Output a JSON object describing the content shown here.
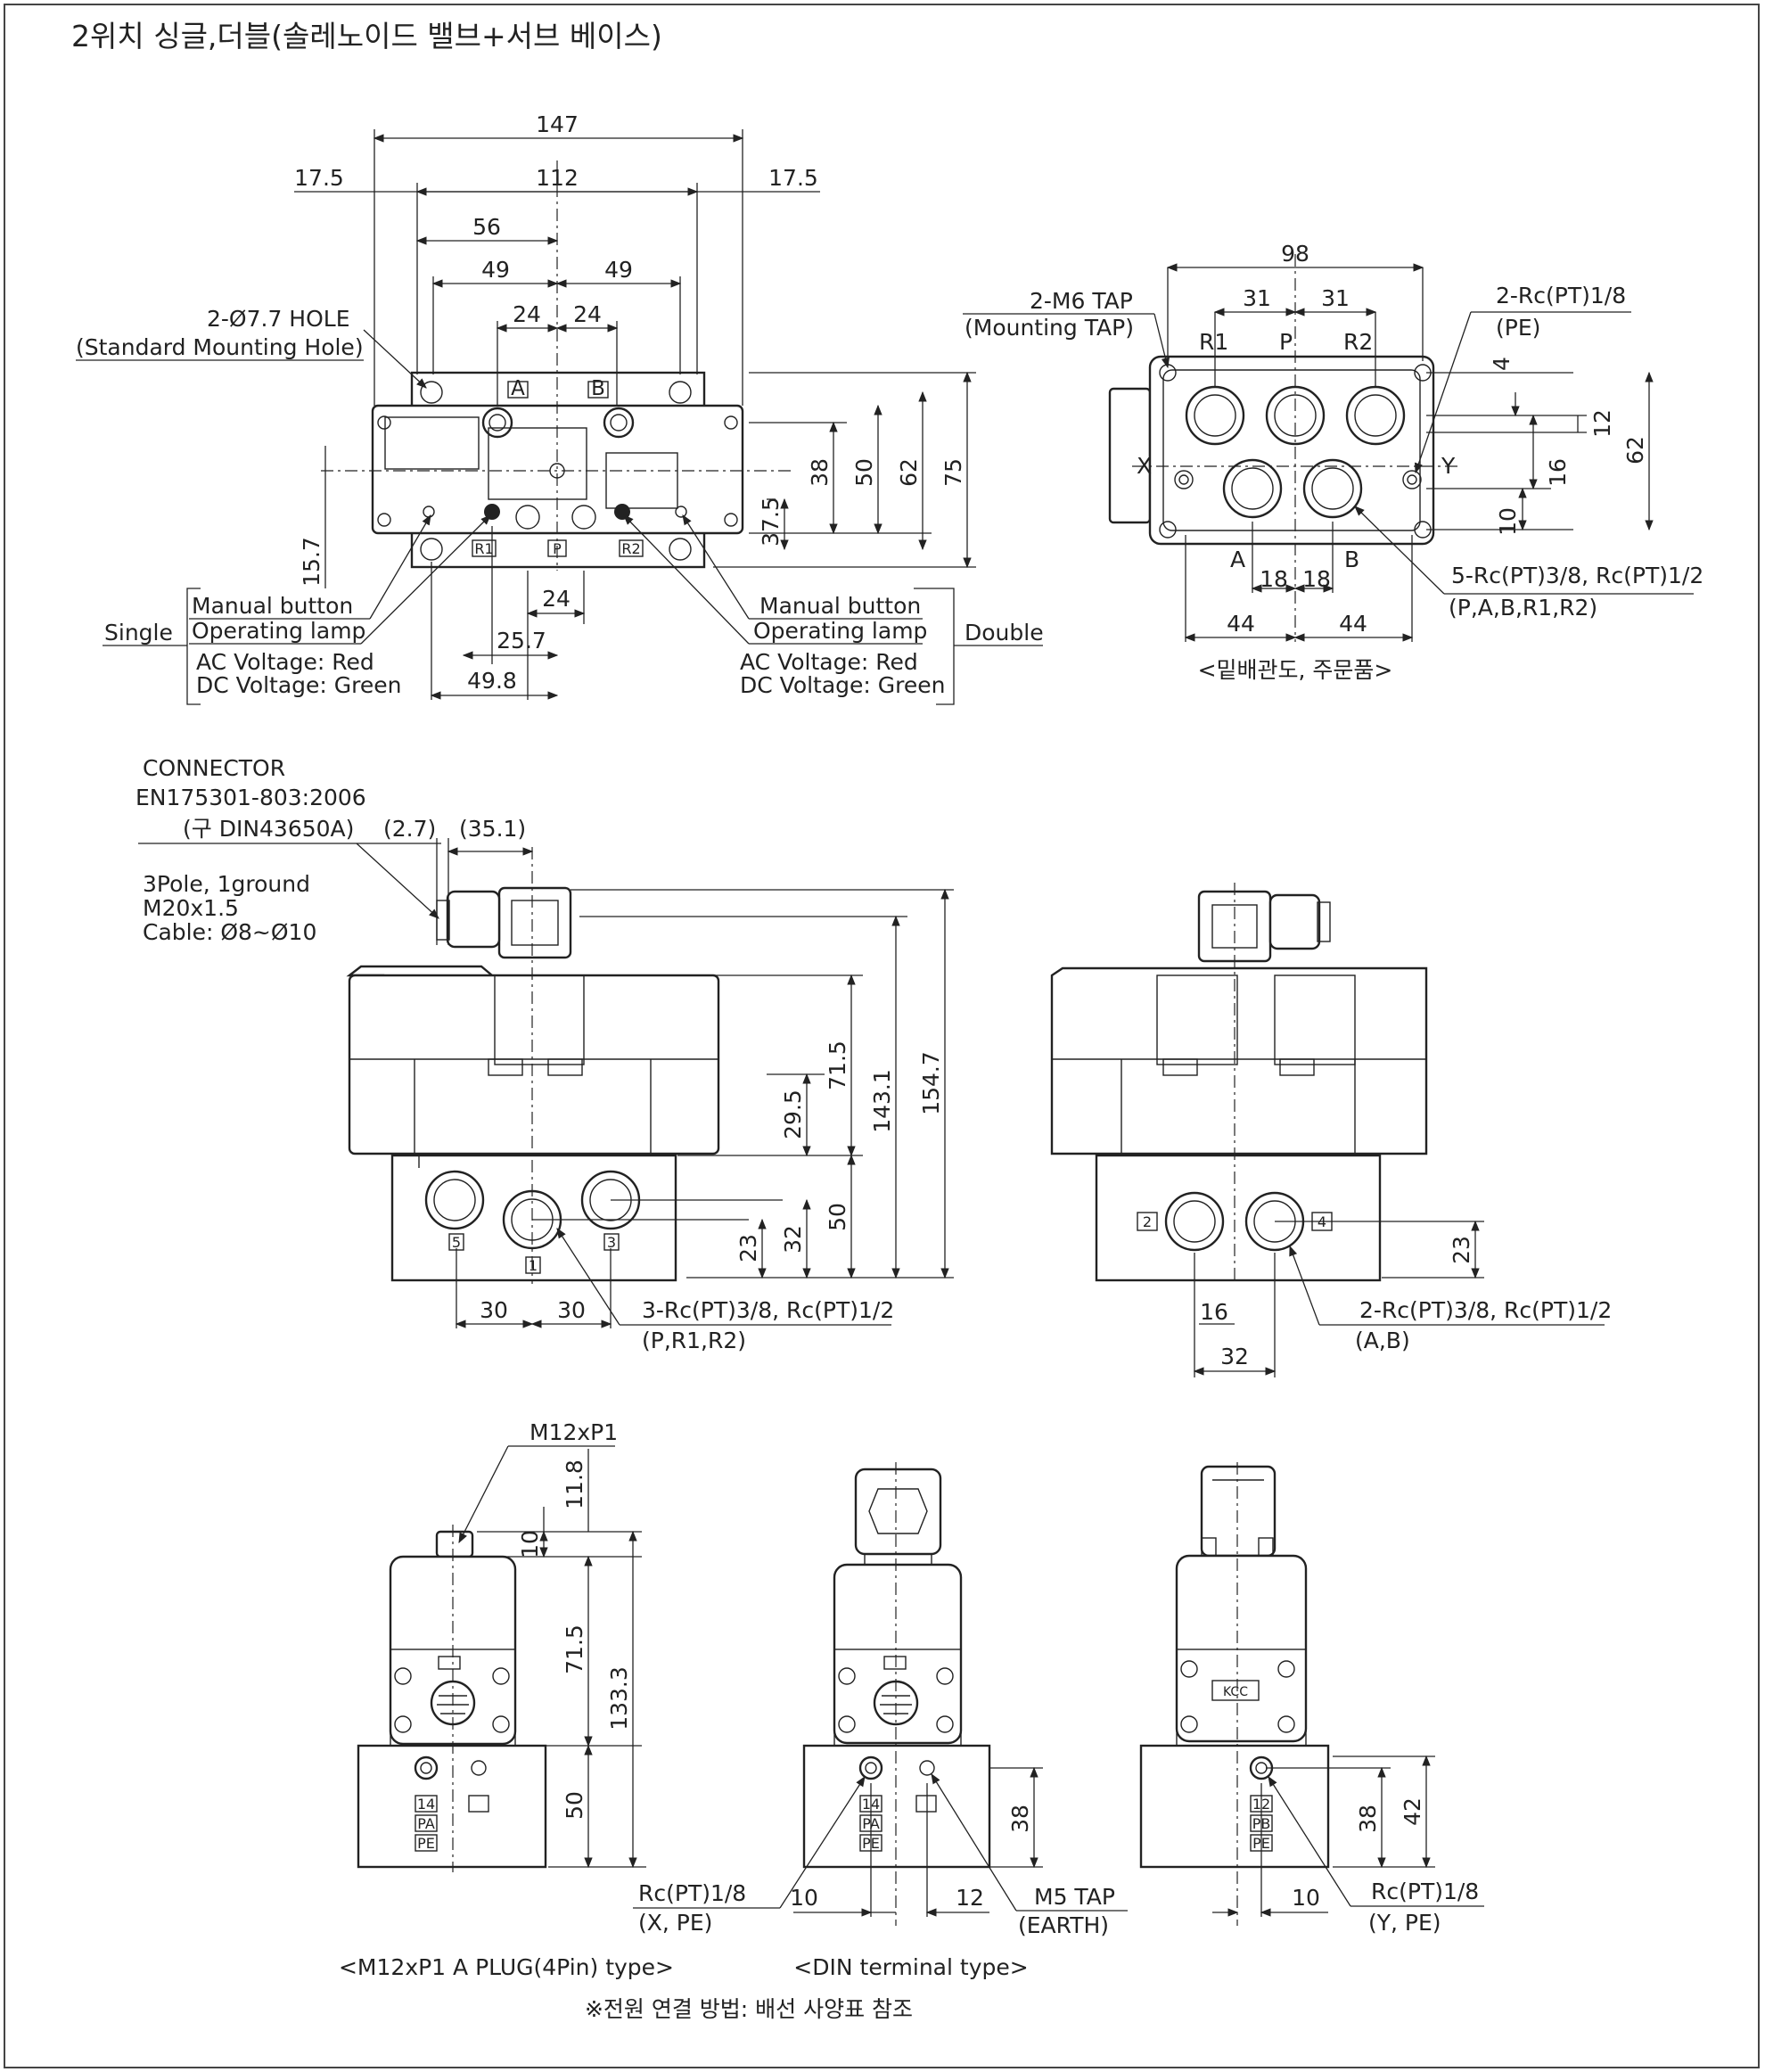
{
  "title": "2위치 싱글,더블(솔레노이드 밸브+서브 베이스)",
  "top_view": {
    "dims": {
      "d147": "147",
      "d112": "112",
      "d17_5_left": "17.5",
      "d17_5_right": "17.5",
      "d56": "56",
      "d49_left": "49",
      "d49_right": "49",
      "d24_left": "24",
      "d24_right": "24",
      "d38": "38",
      "d50": "50",
      "d62": "62",
      "d75": "75",
      "d37_5": "37.5",
      "d15_7": "15.7",
      "d24_bottom": "24",
      "d25_7": "25.7",
      "d49_8": "49.8"
    },
    "hole_label": "2-Ø7.7 HOLE",
    "hole_sub": "(Standard Mounting Hole)",
    "port_labels": [
      "A",
      "B",
      "R1",
      "P",
      "R2"
    ],
    "single": {
      "label": "Single",
      "manual": "Manual button",
      "lamp": "Operating lamp",
      "ac": "AC Voltage: Red",
      "dc": "DC Voltage: Green"
    },
    "double": {
      "label": "Double",
      "manual": "Manual button",
      "lamp": "Operating lamp",
      "ac": "AC Voltage: Red",
      "dc": "DC Voltage: Green"
    }
  },
  "bottom_piping": {
    "dims": {
      "d98": "98",
      "d31_left": "31",
      "d31_right": "31",
      "d4": "4",
      "d12": "12",
      "d16": "16",
      "d62": "62",
      "d10": "10",
      "d18_left": "18",
      "d18_right": "18",
      "d44_left": "44",
      "d44_right": "44"
    },
    "tap": "2-M6 TAP",
    "tap_sub": "(Mounting TAP)",
    "pe_port": "2-Rc(PT)1/8",
    "pe_sub": "(PE)",
    "ports": "5-Rc(PT)3/8, Rc(PT)1/2",
    "ports_sub": "(P,A,B,R1,R2)",
    "labels": {
      "r1": "R1",
      "p": "P",
      "r2": "R2",
      "x": "X",
      "y": "Y",
      "a": "A",
      "b": "B"
    },
    "caption": "<밑배관도, 주문품>"
  },
  "front_view": {
    "connector": [
      "CONNECTOR",
      "EN175301-803:2006",
      "(구 DIN43650A)"
    ],
    "conn_dims": {
      "d2_7": "(2.7)",
      "d35_1": "(35.1)"
    },
    "cable": [
      "3Pole, 1ground",
      "M20x1.5",
      "Cable: Ø8~Ø10"
    ],
    "dims": {
      "d71_5": "71.5",
      "d29_5": "29.5",
      "d143_1": "143.1",
      "d154_7": "154.7",
      "d50": "50",
      "d32": "32",
      "d23": "23",
      "d30_left": "30",
      "d30_right": "30"
    },
    "port_numbers": [
      "5",
      "1",
      "3"
    ],
    "port_note": "3-Rc(PT)3/8, Rc(PT)1/2",
    "port_note_sub": "(P,R1,R2)"
  },
  "rear_view": {
    "dims": {
      "d23": "23",
      "d16": "16",
      "d32": "32"
    },
    "port_numbers": [
      "2",
      "4"
    ],
    "port_note": "2-Rc(PT)3/8, Rc(PT)1/2",
    "port_note_sub": "(A,B)"
  },
  "side_m12": {
    "plug": "M12xP1",
    "dims": {
      "d11_8": "11.8",
      "d10": "10",
      "d71_5": "71.5",
      "d133_3": "133.3",
      "d50": "50"
    },
    "port_labels": [
      "14",
      "PA",
      "PE"
    ],
    "caption": "<M12xP1 A PLUG(4Pin) type>"
  },
  "side_din": {
    "dims": {
      "d38": "38",
      "d10": "10",
      "d12": "12"
    },
    "port_labels": [
      "14",
      "PA",
      "PE"
    ],
    "left_note": "Rc(PT)1/8",
    "left_sub": "(X, PE)",
    "right_note": "M5 TAP",
    "right_sub": "(EARTH)",
    "caption": "<DIN terminal type>"
  },
  "side_right": {
    "dims": {
      "d38": "38",
      "d42": "42",
      "d10": "10"
    },
    "port_labels": [
      "12",
      "PB",
      "PE"
    ],
    "note": "Rc(PT)1/8",
    "note_sub": "(Y, PE)"
  },
  "footer_note": "※전원 연결 방법: 배선 사양표 참조",
  "logo_text": "KCC"
}
